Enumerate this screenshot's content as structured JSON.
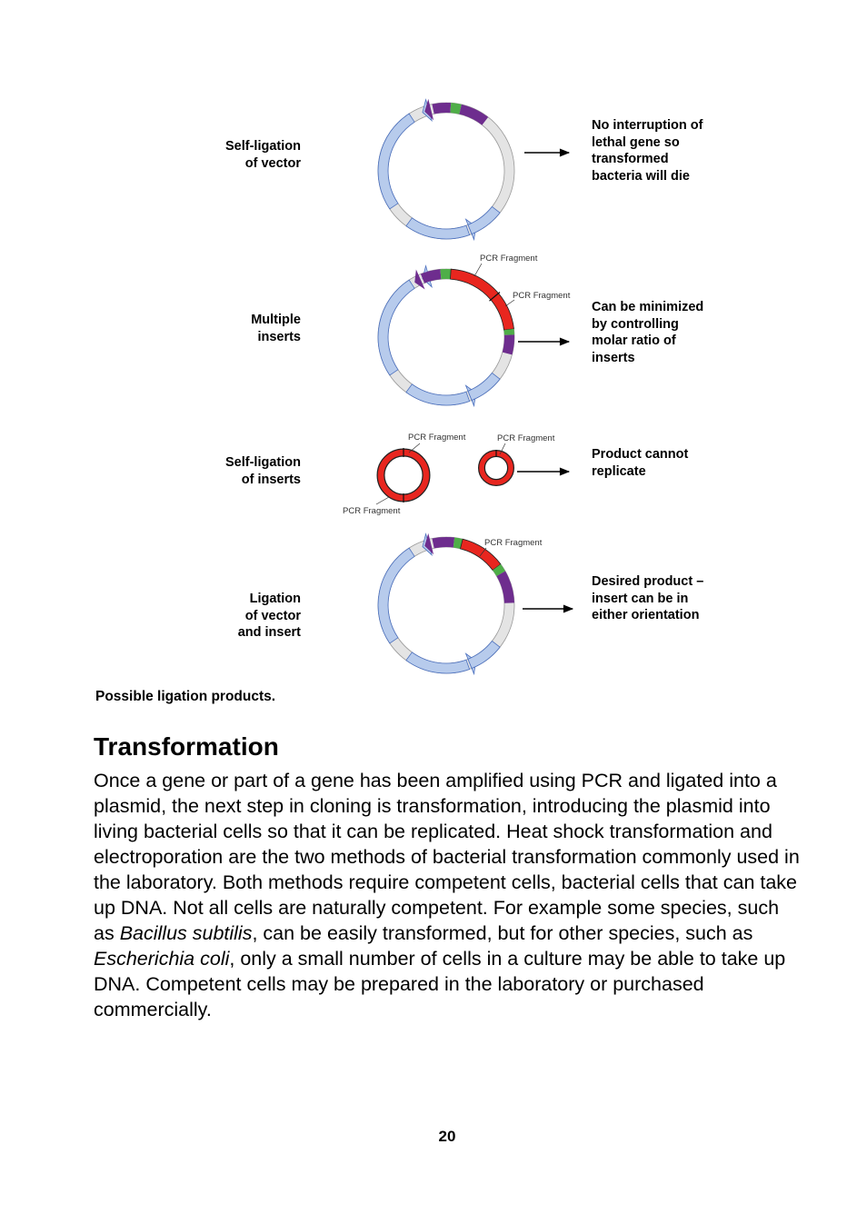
{
  "rows": [
    {
      "label_lines": [
        "Self-ligation",
        "of vector"
      ],
      "outcome_lines": [
        "No interruption of",
        "lethal gene so",
        "transformed",
        "bacteria will die"
      ]
    },
    {
      "label_lines": [
        "Multiple",
        "inserts"
      ],
      "outcome_lines": [
        "Can be minimized",
        "by controlling",
        "molar ratio of",
        "inserts"
      ]
    },
    {
      "label_lines": [
        "Self-ligation",
        "of inserts"
      ],
      "outcome_lines": [
        "Product cannot",
        "replicate"
      ]
    },
    {
      "label_lines": [
        "Ligation",
        "of vector",
        "and insert"
      ],
      "outcome_lines": [
        "Desired product –",
        "insert can be in",
        "either orientation"
      ]
    }
  ],
  "pcr_fragment_label": "PCR Fragment",
  "colors": {
    "backbone_blue": "#b7cbec",
    "backbone_blue_stroke": "#4a6fbe",
    "gray_segment": "#e4e4e4",
    "purple_marker": "#6e2d8e",
    "green_marker": "#4fae48",
    "insert_red": "#e8261f"
  },
  "figure_caption": "Possible ligation products.",
  "section_heading": "Transformation",
  "body_segments": [
    {
      "text": "Once a gene or part of a gene has been amplified using PCR and ligated into a plasmid, the next step in cloning is transformation, introducing the plasmid into living bacterial cells so that it can be replicated. Heat shock transformation and electroporation are the two methods of bacterial transformation commonly used in the laboratory. Both methods require competent cells, bacterial cells that can take up DNA. Not all cells are naturally competent. For example some species, such as "
    },
    {
      "text": "Bacillus subtilis",
      "italic": true
    },
    {
      "text": ", can be easily transformed, but for other species, such as "
    },
    {
      "text": "Escherichia coli",
      "italic": true
    },
    {
      "text": ", only a small number of cells in a culture may be able to take up DNA. Competent cells may be prepared in the laboratory or purchased commercially."
    }
  ],
  "page_number": "20"
}
